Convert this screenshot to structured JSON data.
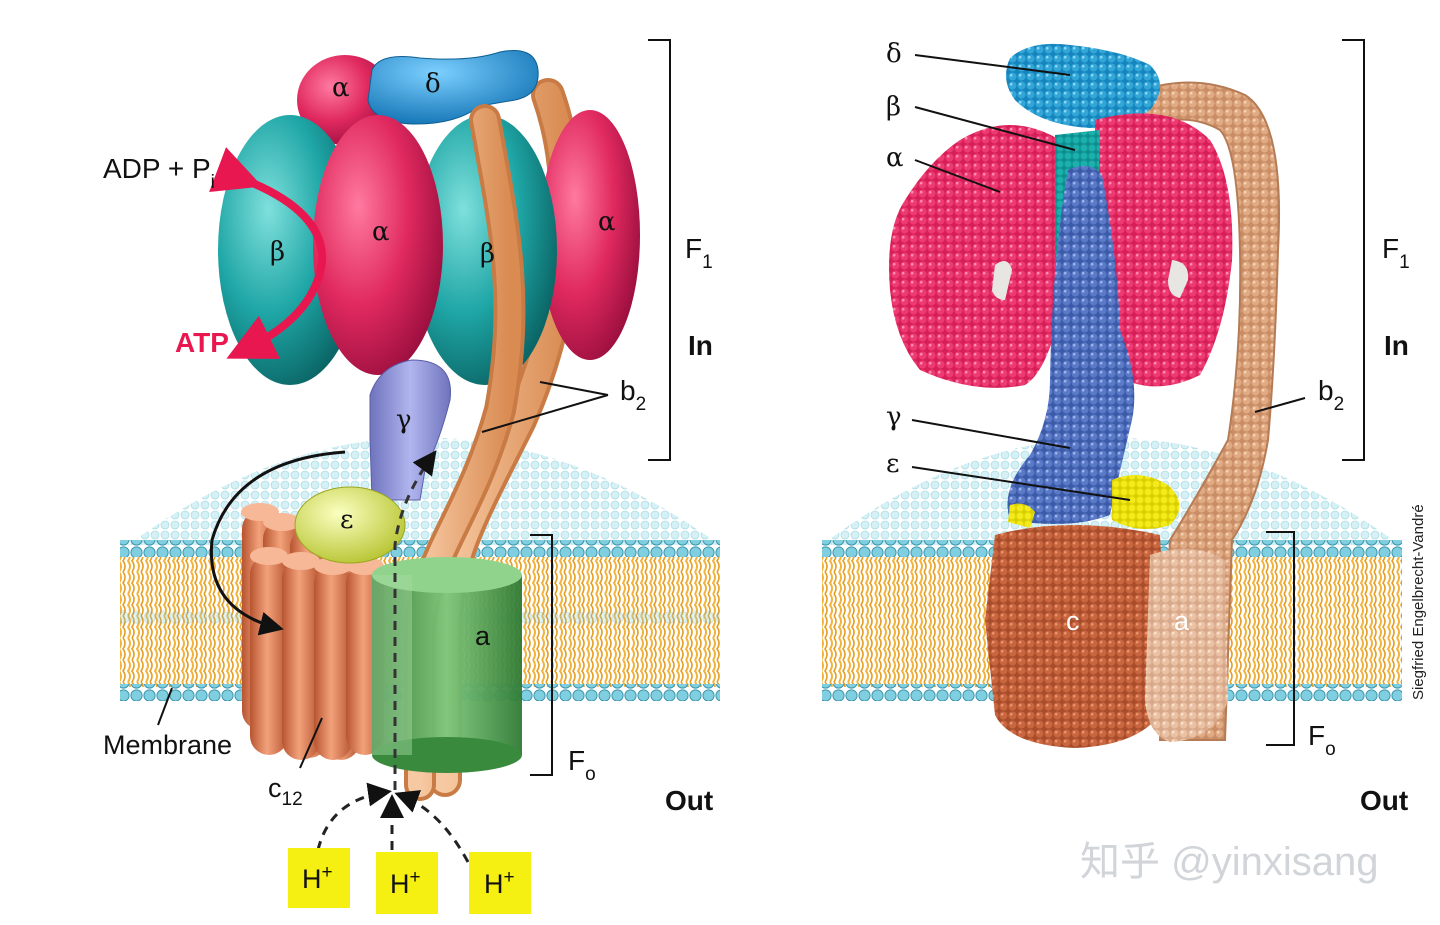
{
  "left_panel": {
    "labels": {
      "alpha": "α",
      "delta": "δ",
      "beta": "β",
      "gamma": "γ",
      "epsilon": "ε",
      "a_subunit": "a",
      "adp_pi": "ADP + P",
      "adp_pi_sub": "i",
      "atp": "ATP",
      "b2": "b",
      "b2_sub": "2",
      "f1": "F",
      "f1_sub": "1",
      "in": "In",
      "fo": "F",
      "fo_sub": "o",
      "out": "Out",
      "membrane": "Membrane",
      "c12": "c",
      "c12_sub": "12"
    },
    "protons": [
      {
        "text": "H",
        "sup": "+"
      },
      {
        "text": "H",
        "sup": "+"
      },
      {
        "text": "H",
        "sup": "+"
      }
    ]
  },
  "right_panel": {
    "labels": {
      "delta": "δ",
      "beta": "β",
      "alpha": "α",
      "gamma": "γ",
      "epsilon": "ε",
      "b2": "b",
      "b2_sub": "2",
      "f1": "F",
      "f1_sub": "1",
      "in": "In",
      "fo": "F",
      "fo_sub": "o",
      "out": "Out",
      "c": "c",
      "a": "a"
    },
    "credit": "Siegfried Engelbrecht-Vandré"
  },
  "watermark": "知乎 @yinxisang",
  "colors": {
    "alpha": "#e0295f",
    "beta": "#1fa6a6",
    "delta": "#2196d3",
    "gamma": "#8b8fd0",
    "epsilon": "#dde85a",
    "b_stalk": "#f4b483",
    "c_ring": "#e0845a",
    "a_subunit": "#5aa85a",
    "arrow_red": "#e8174f",
    "proton_box": "#f6ef12",
    "membrane_head": "#8fd1de",
    "membrane_tail": "#f2b33d"
  }
}
